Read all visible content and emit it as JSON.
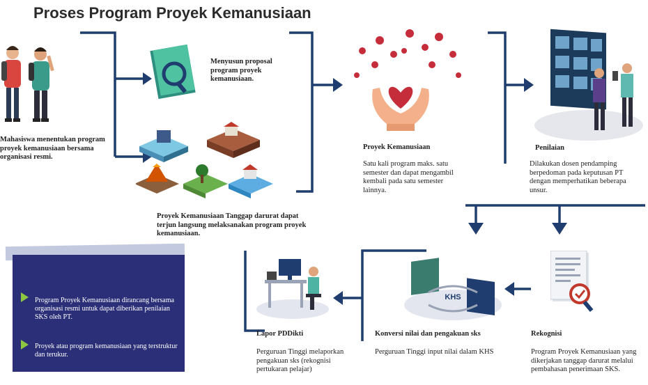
{
  "title": "Proses Program Proyek Kemanusiaan",
  "steps": {
    "mahasiswa": "Mahasiswa menentukan program proyek kemanusiaan bersama organisasi resmi.",
    "proposal": "Menyusun proposal program proyek kemanusiaan.",
    "tanggap": "Proyek Kemanusiaan Tanggap darurat dapat terjun langsung melaksanakan program proyek kemanusiaan.",
    "proyek_title": "Proyek Kemanusiaan",
    "proyek_desc": "Satu kali program maks. satu semester dan dapat mengambil kembali pada satu semester lainnya.",
    "penilaian_title": "Penilaian",
    "penilaian_desc": "Dilakukan dosen pendamping berpedoman pada keputusan PT dengan memperhatikan beberapa unsur.",
    "rekognisi_title": "Rekognisi",
    "rekognisi_desc": "Program Proyek Kemanusiaan yang dikerjakan tanggap darurat melalui pembahasan penerimaan SKS.",
    "konversi_title": "Konversi nilai dan pengakuan sks",
    "konversi_desc": "Perguruan Tinggi input nilai dalam KHS",
    "lapor_title": "Lapor PDDikti",
    "lapor_desc": "Perguruan Tinggi melaporkan pengakuan sks (rekognisi pertukaran pelajar)"
  },
  "khs_label": "KHS",
  "notes": [
    "Program Proyek Kemanusiaan dirancang bersama organisasi resmi untuk dapat diberikan penilaian SKS oleh PT.",
    "Proyek atau program kemanusiaan yang terstruktur dan terukur."
  ],
  "colors": {
    "navy": "#1f3d6e",
    "panel": "#2b2f78",
    "accent": "#8dc63f",
    "heart": "#c62d3a"
  }
}
